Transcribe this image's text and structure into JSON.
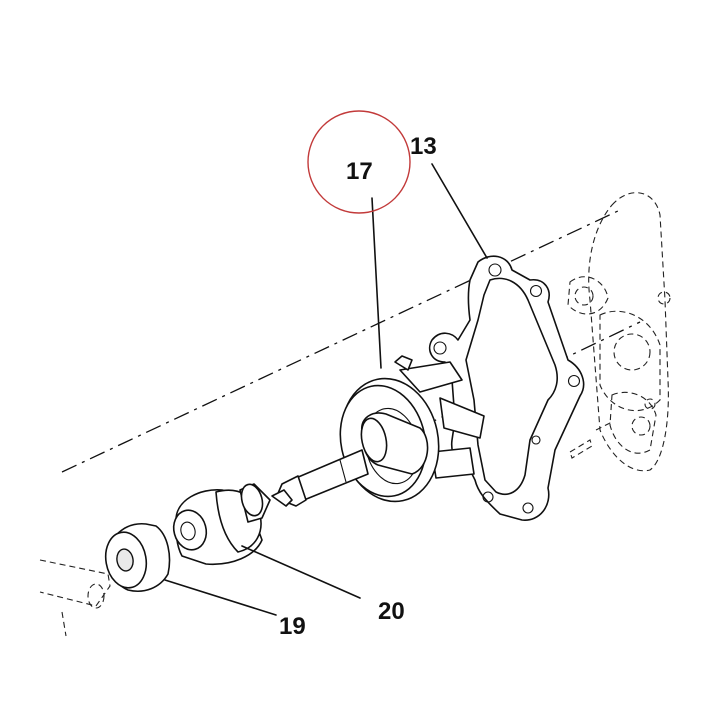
{
  "callouts": {
    "c13": "13",
    "c17": "17",
    "c19": "19",
    "c20": "20"
  },
  "colors": {
    "highlight_circle": "#c23a3a",
    "line": "#111111",
    "background": "#ffffff"
  }
}
